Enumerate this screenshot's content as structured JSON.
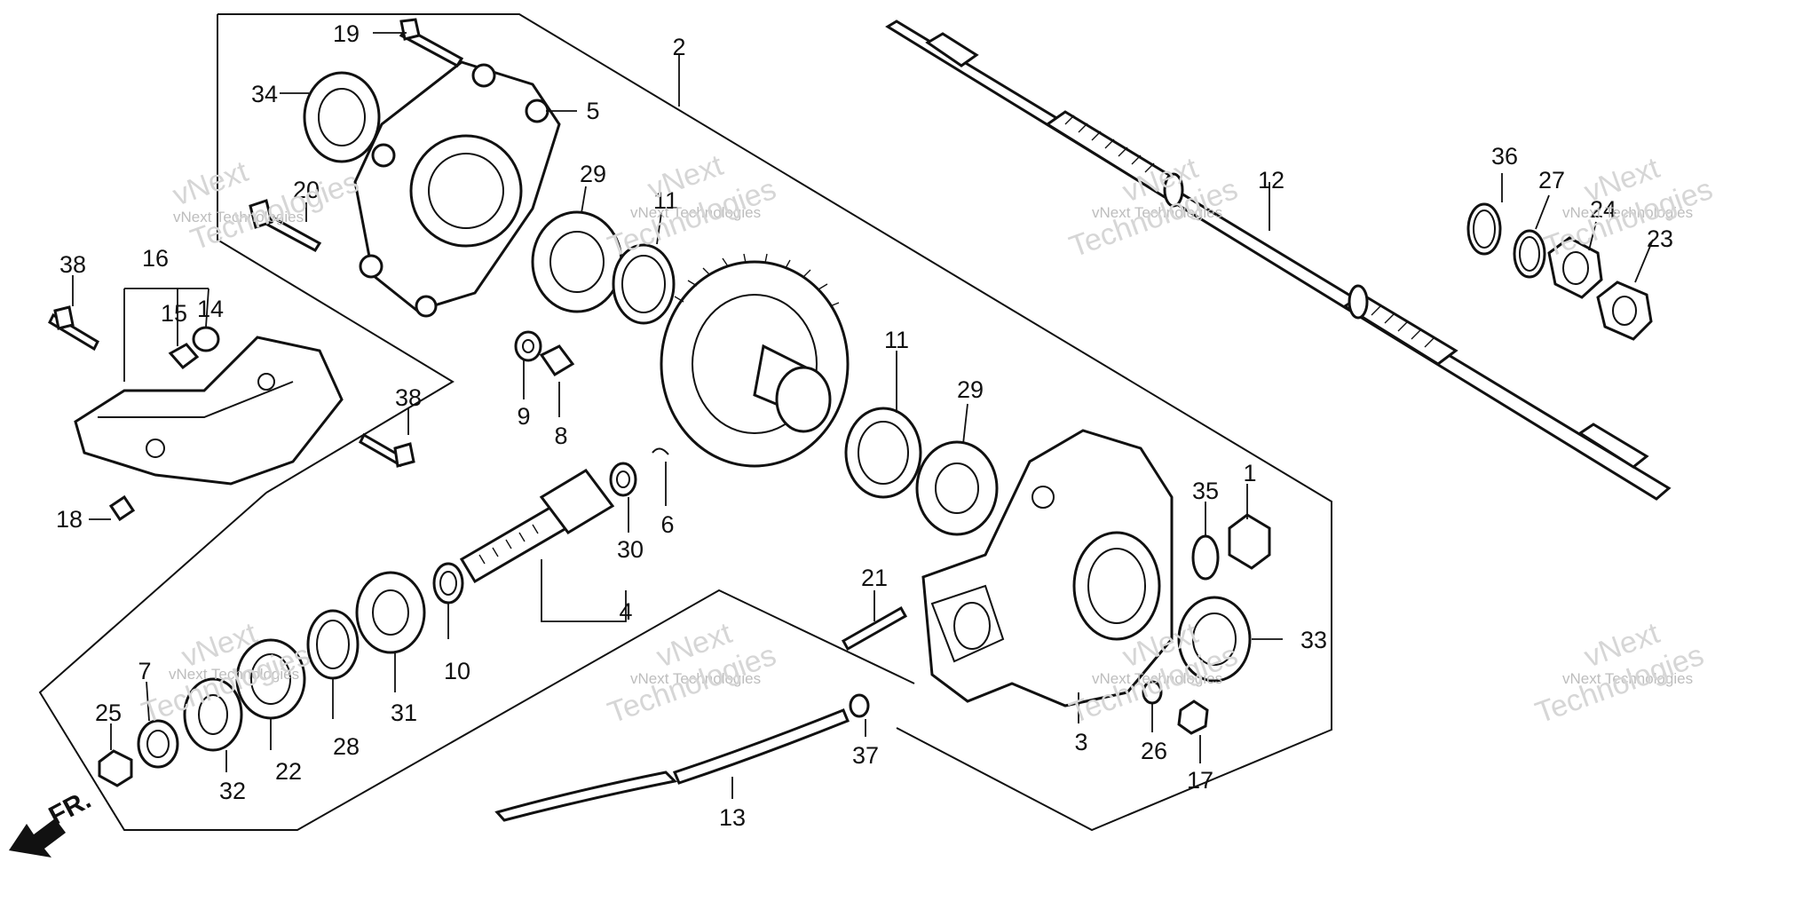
{
  "callouts": [
    {
      "label": "19"
    },
    {
      "label": "34"
    },
    {
      "label": "5"
    },
    {
      "label": "2"
    },
    {
      "label": "20"
    },
    {
      "label": "29"
    },
    {
      "label": "11"
    },
    {
      "label": "16"
    },
    {
      "label": "38"
    },
    {
      "label": "15"
    },
    {
      "label": "14"
    },
    {
      "label": "38"
    },
    {
      "label": "9"
    },
    {
      "label": "8"
    },
    {
      "label": "18"
    },
    {
      "label": "30"
    },
    {
      "label": "6"
    },
    {
      "label": "4"
    },
    {
      "label": "10"
    },
    {
      "label": "31"
    },
    {
      "label": "28"
    },
    {
      "label": "7"
    },
    {
      "label": "25"
    },
    {
      "label": "32"
    },
    {
      "label": "22"
    },
    {
      "label": "11"
    },
    {
      "label": "29"
    },
    {
      "label": "21"
    },
    {
      "label": "13"
    },
    {
      "label": "37"
    },
    {
      "label": "3"
    },
    {
      "label": "26"
    },
    {
      "label": "17"
    },
    {
      "label": "33"
    },
    {
      "label": "35"
    },
    {
      "label": "1"
    },
    {
      "label": "12"
    },
    {
      "label": "36"
    },
    {
      "label": "27"
    },
    {
      "label": "24"
    },
    {
      "label": "23"
    }
  ],
  "watermark": {
    "brand_short": "vNext Technologies",
    "brand_line1": "vNext",
    "brand_line2": "Technologies"
  },
  "direction_label": "FR."
}
